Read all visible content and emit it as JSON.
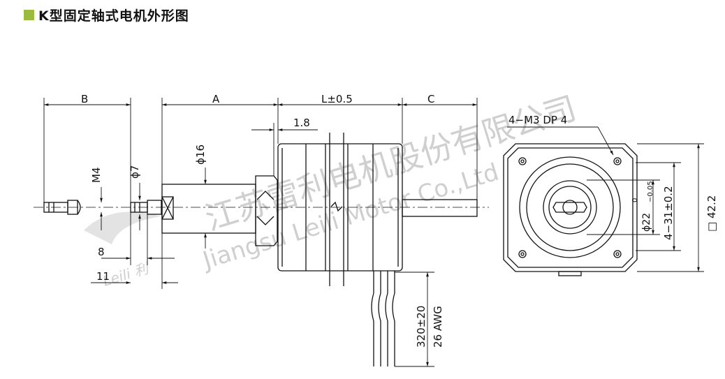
{
  "heading": {
    "title": "K型固定轴式电机外形图",
    "marker_color": "#9bbb3c"
  },
  "watermark": {
    "company_cn": "江苏雷利电机股份有限公司",
    "company_en": "Jiangsu Leili Motor Co.,Ltd",
    "brand": "Leili 利"
  },
  "dimensions": {
    "b": "B",
    "a": "A",
    "l": "L±0.5",
    "c": "C",
    "flange_offset": "1.8",
    "m4": "M4",
    "d7": "ϕ7",
    "d16": "ϕ16",
    "nut_width": "8",
    "nut_offset": "11",
    "hole_spec": "4−M3 DP 4",
    "pilot_dia": "ϕ22",
    "pilot_tol_upper": "0",
    "pilot_tol_lower": "−0.05",
    "hole_pitch": "4−31±0.2",
    "square": "□ 42.2",
    "lead_length": "320±20",
    "wire_gauge": "26 AWG"
  }
}
